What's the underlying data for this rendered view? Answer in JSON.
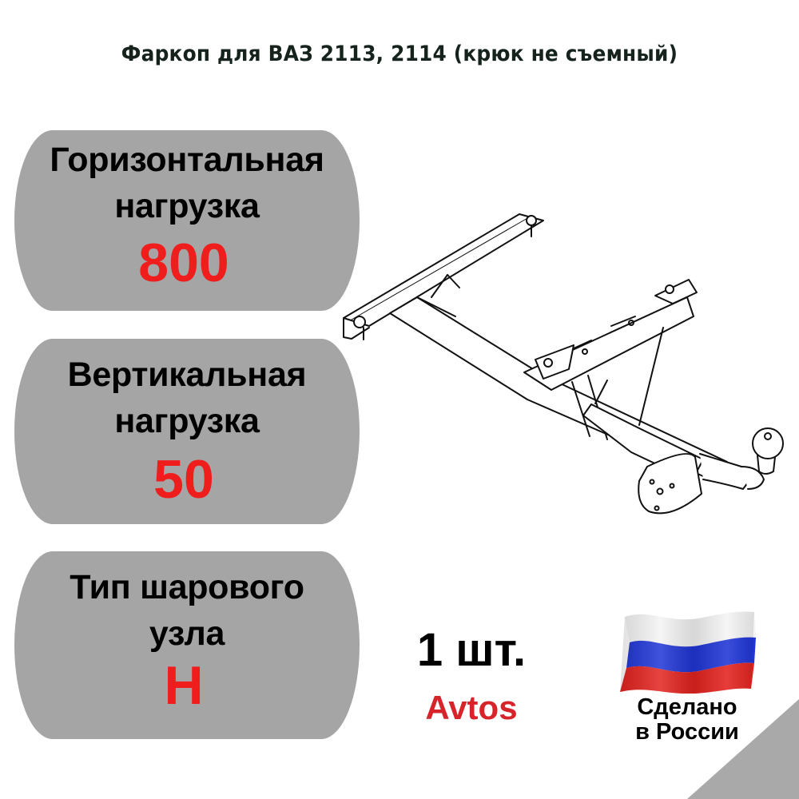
{
  "title": "Фаркоп для ВАЗ 2113, 2114 (крюк не съемный)",
  "colors": {
    "panel_bg": "#a5a5a5",
    "value_red": "#f01d1d",
    "brand_red": "#d7242b",
    "title_color": "#15231c",
    "corner_gray": "#a9a9a9"
  },
  "specs": [
    {
      "label_line1": "Горизонтальная",
      "label_line2": "нагрузка",
      "value": "800"
    },
    {
      "label_line1": "Вертикальная",
      "label_line2": "нагрузка",
      "value": "50"
    },
    {
      "label_line1": "Тип шарового",
      "label_line2": "узла",
      "value": "H"
    }
  ],
  "product_image": {
    "icon": "tow-hitch-drawing"
  },
  "quantity": "1 шт.",
  "brand": "Avtos",
  "origin": {
    "icon": "russian-flag",
    "flag_colors": [
      "#ffffff",
      "#1f35d6",
      "#e3231f"
    ],
    "line1": "Сделано",
    "line2": "в России"
  }
}
